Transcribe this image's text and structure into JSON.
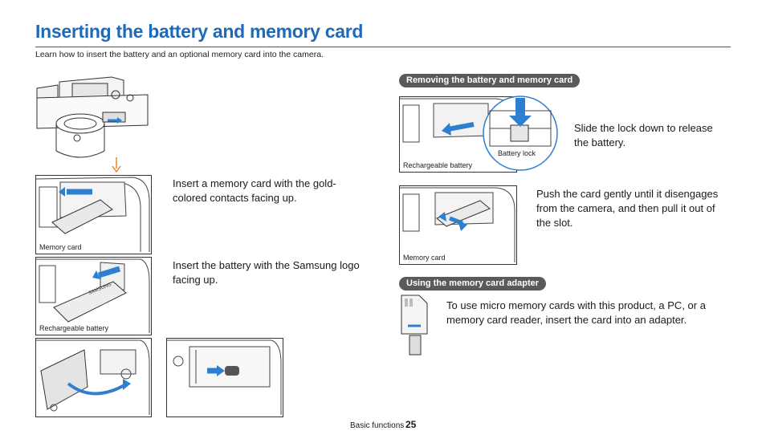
{
  "page": {
    "title": "Inserting the battery and memory card",
    "intro": "Learn how to insert the battery and an optional memory card into the camera."
  },
  "left": {
    "fig_memory_caption": "Memory card",
    "step_memory": "Insert a memory card with the gold-colored contacts facing up.",
    "fig_battery_caption": "Rechargeable battery",
    "step_battery": "Insert the battery with the Samsung logo facing up.",
    "battery_logo": "SAMSUNG"
  },
  "removing": {
    "badge": "Removing the battery and memory card",
    "fig_battery_caption": "Rechargeable battery",
    "battery_lock_label": "Battery lock",
    "step_battery": "Slide the lock down to release the battery.",
    "fig_card_caption": "Memory card",
    "step_card": "Push the card gently until it disengages from the camera, and then pull it out of the slot."
  },
  "adapter": {
    "badge": "Using the memory card adapter",
    "text": "To use micro memory cards with this product, a PC, or a memory card reader, insert the card into an adapter."
  },
  "footer": {
    "section": "Basic functions",
    "page_number": "25"
  },
  "colors": {
    "title": "#1e69b8",
    "arrow_blue": "#2f7fd0",
    "arrow_orange": "#e8892a",
    "badge_bg": "#5a5a5a"
  }
}
